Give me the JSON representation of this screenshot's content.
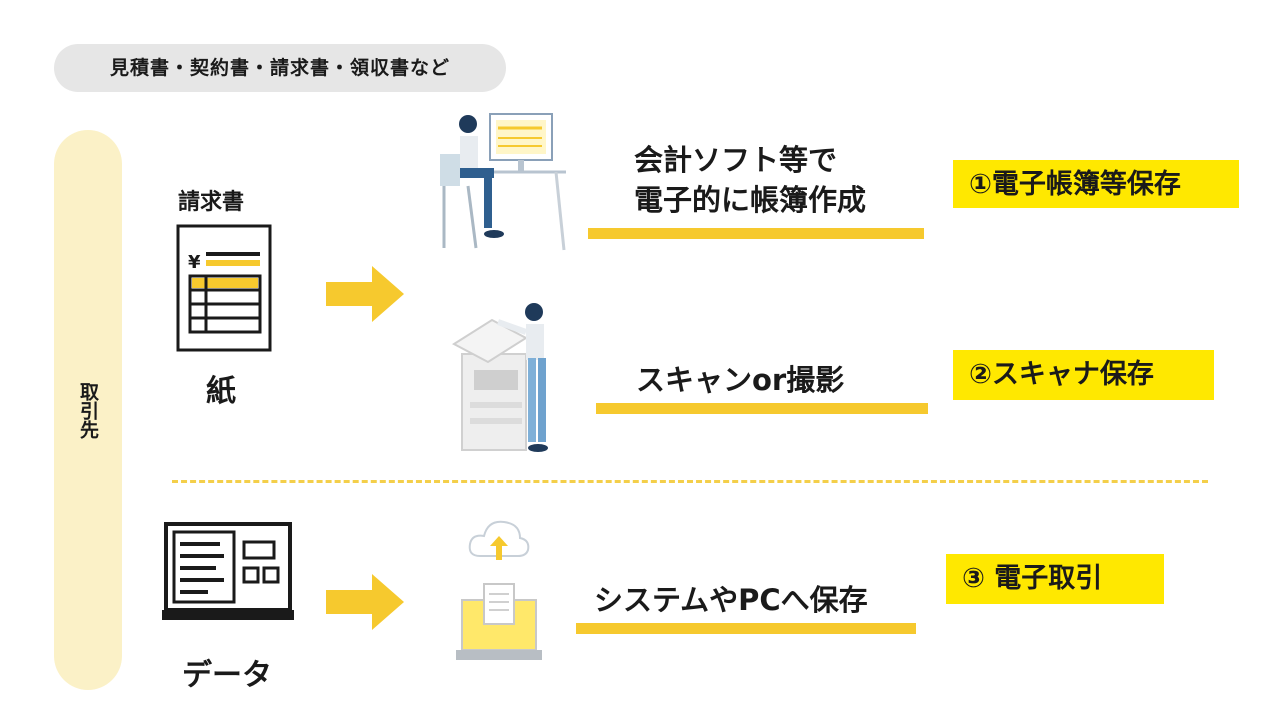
{
  "header": {
    "doc_types": "見積書・契約書・請求書・領収書など"
  },
  "sidebar": {
    "counterparty": "取引先"
  },
  "paper": {
    "invoice_label": "請求書",
    "paper_label": "紙"
  },
  "data_source": {
    "label": "データ"
  },
  "flows": [
    {
      "action_line1": "会計ソフト等で",
      "action_line2": "電子的に帳簿作成",
      "result": "①電子帳簿等保存"
    },
    {
      "action": "スキャンor撮影",
      "result": "②スキャナ保存"
    },
    {
      "action": "システムやPCへ保存",
      "result": "③ 電子取引"
    }
  ],
  "colors": {
    "accent_yellow": "#f6c92e",
    "badge_yellow": "#ffe800",
    "side_pill": "#fbf1c7",
    "dark_navy": "#1f3a5a"
  }
}
